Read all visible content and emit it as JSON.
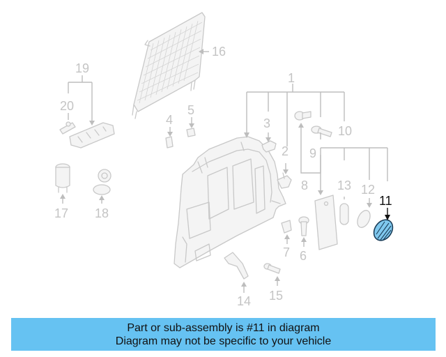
{
  "diagram": {
    "highlighted_part": "11",
    "callouts": [
      {
        "id": "p1",
        "label": "1"
      },
      {
        "id": "p2",
        "label": "2"
      },
      {
        "id": "p3",
        "label": "3"
      },
      {
        "id": "p4",
        "label": "4"
      },
      {
        "id": "p5",
        "label": "5"
      },
      {
        "id": "p6",
        "label": "6"
      },
      {
        "id": "p7",
        "label": "7"
      },
      {
        "id": "p8",
        "label": "8"
      },
      {
        "id": "p9",
        "label": "9"
      },
      {
        "id": "p10",
        "label": "10"
      },
      {
        "id": "p11",
        "label": "11"
      },
      {
        "id": "p12",
        "label": "12"
      },
      {
        "id": "p13",
        "label": "13"
      },
      {
        "id": "p14",
        "label": "14"
      },
      {
        "id": "p15",
        "label": "15"
      },
      {
        "id": "p16",
        "label": "16"
      },
      {
        "id": "p17",
        "label": "17"
      },
      {
        "id": "p18",
        "label": "18"
      },
      {
        "id": "p19",
        "label": "19"
      },
      {
        "id": "p20",
        "label": "20"
      }
    ],
    "colors": {
      "highlight_fill": "#7fc8ee",
      "highlight_outline": "#1c3f5a",
      "part_outline": "#c8c8c8",
      "callout_text": "#c4c4c4"
    }
  },
  "banner": {
    "line1": "Part or sub-assembly is #11 in diagram",
    "line2": "Diagram may not be specific to your vehicle",
    "background": "#66c2f2"
  }
}
